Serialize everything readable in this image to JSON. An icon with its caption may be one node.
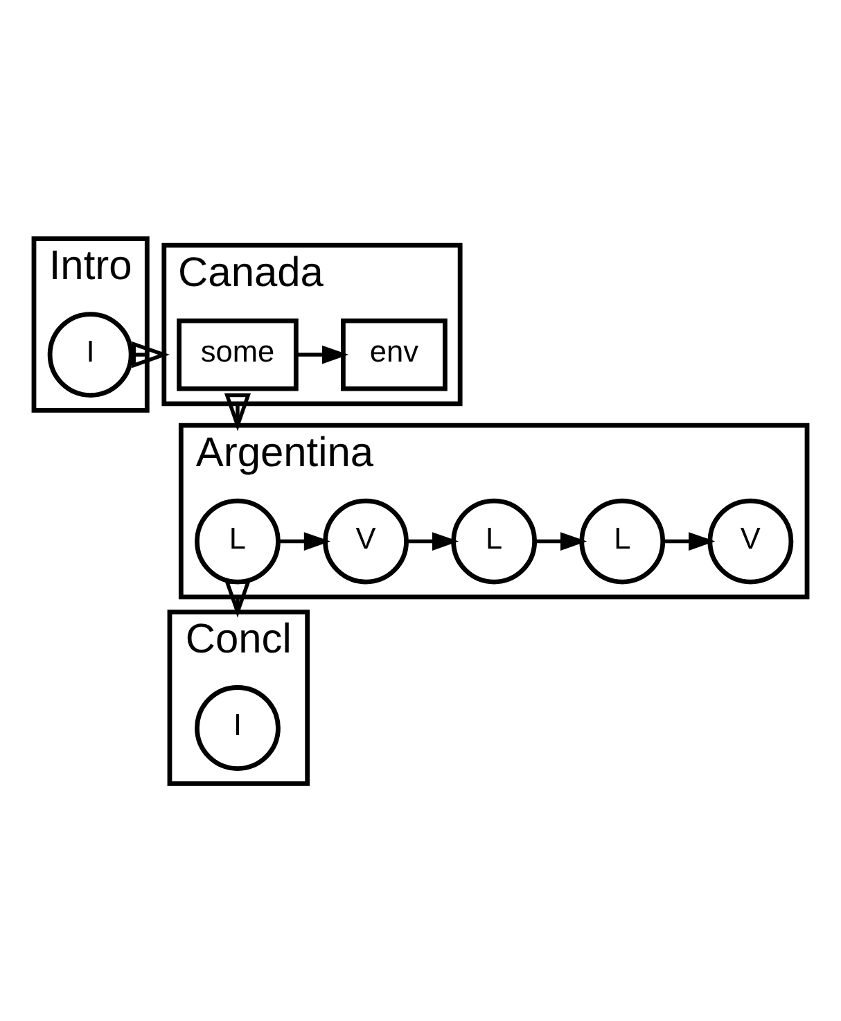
{
  "diagram": {
    "nodes": [
      {
        "text": [
          "Intro"
        ]
      },
      {
        "text": [
          "I"
        ],
        "in": 0
      },
      {
        "text": [
          "Canada"
        ]
      },
      {
        "text": [
          "some"
        ],
        "in": 2
      },
      {
        "text": [
          "env"
        ],
        "in": 2
      },
      {
        "text": [
          "Argentina"
        ]
      },
      {
        "text": [
          "L"
        ],
        "in": 5
      },
      {
        "text": [
          "V"
        ],
        "in": 5
      },
      {
        "text": [
          "L"
        ],
        "in": 5
      },
      {
        "text": [
          "L"
        ],
        "in": 5
      },
      {
        "text": [
          "V"
        ],
        "in": 5
      },
      {
        "text": [
          "Concl"
        ]
      },
      {
        "text": [
          "I"
        ],
        "in": 11
      }
    ],
    "edges": [
      {
        "from": 1,
        "to": 2,
        "arrow": "to"
      },
      {
        "from": 3,
        "to": 4,
        "arrow": "to"
      },
      {
        "from": 2,
        "to": 5,
        "arrow": "to"
      },
      {
        "from": 6,
        "to": 7,
        "arrow": "to"
      },
      {
        "from": 7,
        "to": 8,
        "arrow": "to"
      },
      {
        "from": 8,
        "to": 9,
        "arrow": "to"
      },
      {
        "from": 9,
        "to": 10,
        "arrow": "to"
      },
      {
        "from": 5,
        "to": 11,
        "arrow": "to"
      }
    ]
  }
}
